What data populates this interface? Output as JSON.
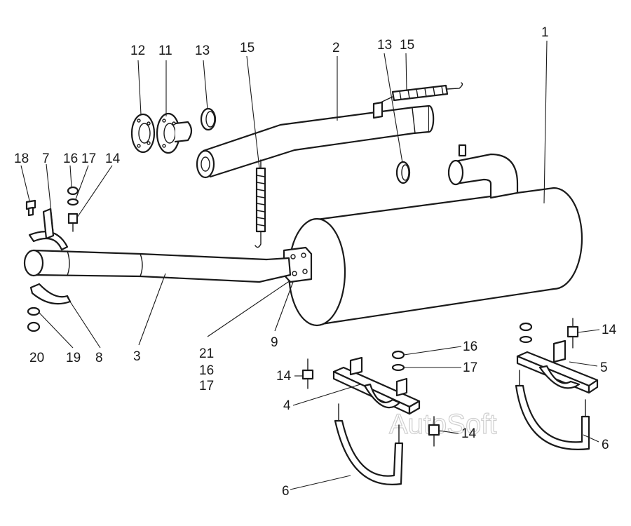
{
  "callouts": [
    {
      "id": "c-1",
      "text": "1"
    },
    {
      "id": "c-2",
      "text": "2"
    },
    {
      "id": "c-3",
      "text": "3"
    },
    {
      "id": "c-4",
      "text": "4"
    },
    {
      "id": "c-5",
      "text": "5"
    },
    {
      "id": "c-6a",
      "text": "6"
    },
    {
      "id": "c-6b",
      "text": "6"
    },
    {
      "id": "c-7",
      "text": "7"
    },
    {
      "id": "c-8",
      "text": "8"
    },
    {
      "id": "c-9",
      "text": "9"
    },
    {
      "id": "c-11",
      "text": "11"
    },
    {
      "id": "c-12",
      "text": "12"
    },
    {
      "id": "c-13a",
      "text": "13"
    },
    {
      "id": "c-13b",
      "text": "13"
    },
    {
      "id": "c-14a",
      "text": "14"
    },
    {
      "id": "c-14b",
      "text": "14"
    },
    {
      "id": "c-14c",
      "text": "14"
    },
    {
      "id": "c-14d",
      "text": "14"
    },
    {
      "id": "c-15a",
      "text": "15"
    },
    {
      "id": "c-15b",
      "text": "15"
    },
    {
      "id": "c-16a",
      "text": "16"
    },
    {
      "id": "c-16b",
      "text": "16"
    },
    {
      "id": "c-16c",
      "text": "16"
    },
    {
      "id": "c-17a",
      "text": "17"
    },
    {
      "id": "c-17b",
      "text": "17"
    },
    {
      "id": "c-17c",
      "text": "17"
    },
    {
      "id": "c-18",
      "text": "18"
    },
    {
      "id": "c-19",
      "text": "19"
    },
    {
      "id": "c-20",
      "text": "20"
    },
    {
      "id": "c-21",
      "text": "21"
    }
  ],
  "watermark": "AutoSoft"
}
